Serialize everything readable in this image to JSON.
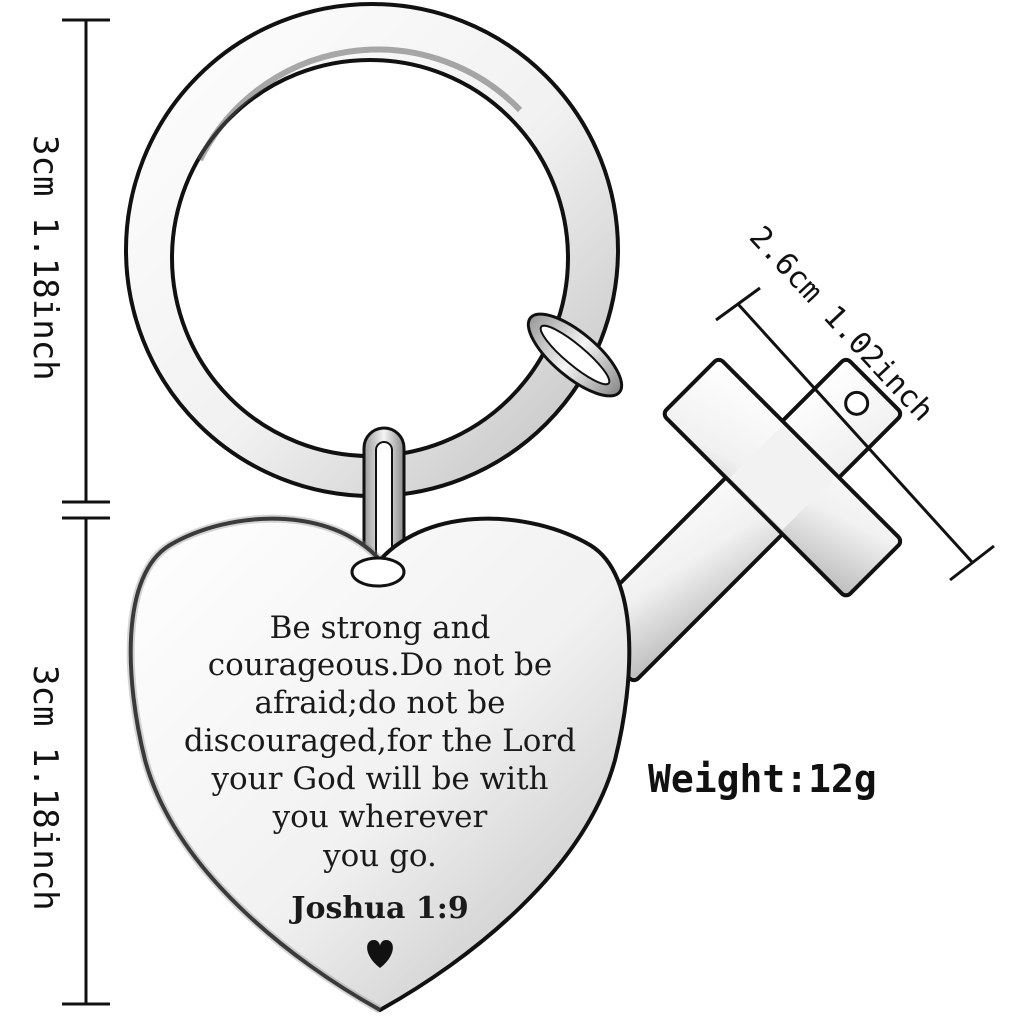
{
  "dimensions": {
    "ring_height": "3cm 1.18inch",
    "heart_height": "3cm 1.18inch",
    "cross_length": "2.6cm 1.02inch"
  },
  "verse": {
    "lines": [
      "Be strong and",
      "courageous.Do not be",
      "afraid;do not be",
      "discouraged,for the Lord",
      "your God will be with",
      "you wherever",
      "you go."
    ],
    "reference": "Joshua 1:9"
  },
  "weight_label": "Weight:12g",
  "icons": {
    "heart": "heart-icon",
    "cross": "cross-pendant",
    "ring": "key-ring"
  },
  "colors": {
    "metal_light": "#f4f4f4",
    "metal_dark": "#7a7a7a",
    "outline": "#111111"
  }
}
